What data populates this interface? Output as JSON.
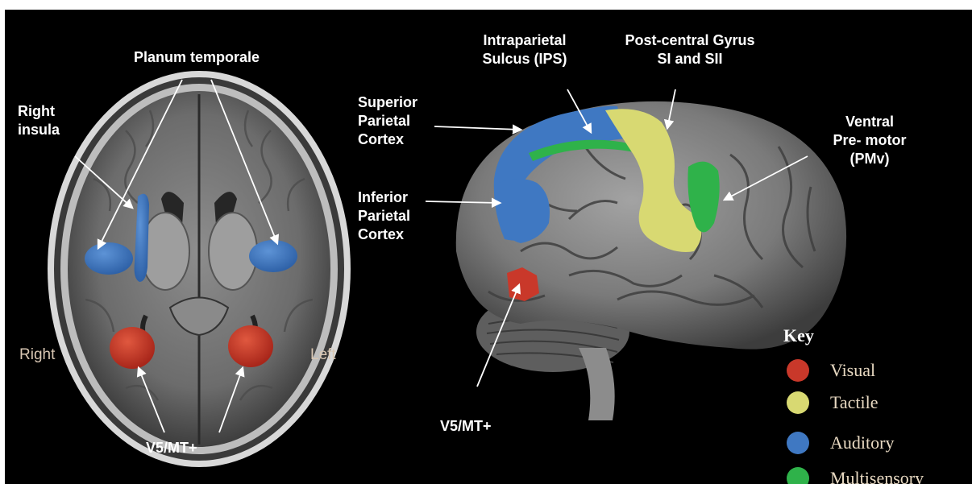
{
  "axial": {
    "planum_temporale": "Planum temporale",
    "right_insula": [
      "Right",
      "insula"
    ],
    "right": "Right",
    "left": "Left",
    "v5_mt": "V5/MT+"
  },
  "lateral": {
    "ips": [
      "Intraparietal",
      "Sulcus (IPS)"
    ],
    "postcentral": [
      "Post-central Gyrus",
      "SI and SII"
    ],
    "superior_parietal": [
      "Superior",
      "Parietal",
      "Cortex"
    ],
    "inferior_parietal": [
      "Inferior",
      "Parietal",
      "Cortex"
    ],
    "ventral_premotor": [
      "Ventral",
      "Pre- motor",
      "(PMv)"
    ],
    "v5_mt": "V5/MT+"
  },
  "key": {
    "title": "Key",
    "items": [
      {
        "label": "Visual",
        "color": "#c9382a"
      },
      {
        "label": "Tactile",
        "color": "#d8d972"
      },
      {
        "label": "Auditory",
        "color": "#3f78c2"
      },
      {
        "label": "Multisensory",
        "color": "#2fb24a"
      }
    ]
  }
}
